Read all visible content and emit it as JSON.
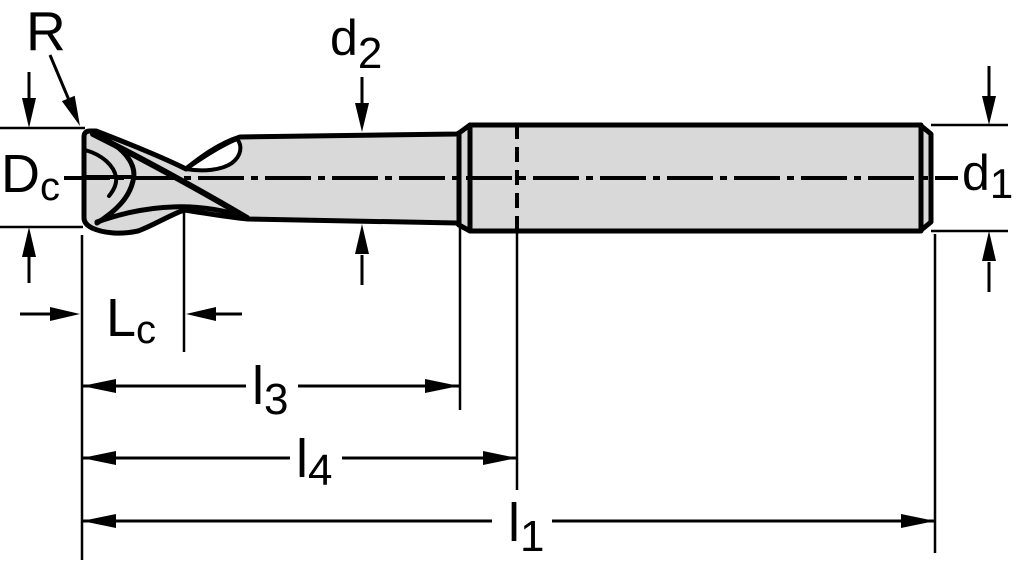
{
  "diagram": {
    "type": "technical-dimension-drawing",
    "subject": "end mill cutter side view with dimension callouts",
    "background": "#ffffff",
    "line_color": "#000000",
    "tool_fill": "#d9d9d9",
    "flute_fill": "#ffffff",
    "labels": {
      "corner_radius": {
        "main": "R"
      },
      "cutting_diameter": {
        "main": "D",
        "sub": "c"
      },
      "neck_diameter": {
        "main": "d",
        "sub": "2"
      },
      "shank_diameter": {
        "main": "d",
        "sub": "1"
      },
      "cutting_length": {
        "main": "L",
        "sub": "c"
      },
      "length_l3": {
        "main": "l",
        "sub": "3"
      },
      "length_l4": {
        "main": "l",
        "sub": "4"
      },
      "overall_length": {
        "main": "l",
        "sub": "1"
      }
    }
  }
}
